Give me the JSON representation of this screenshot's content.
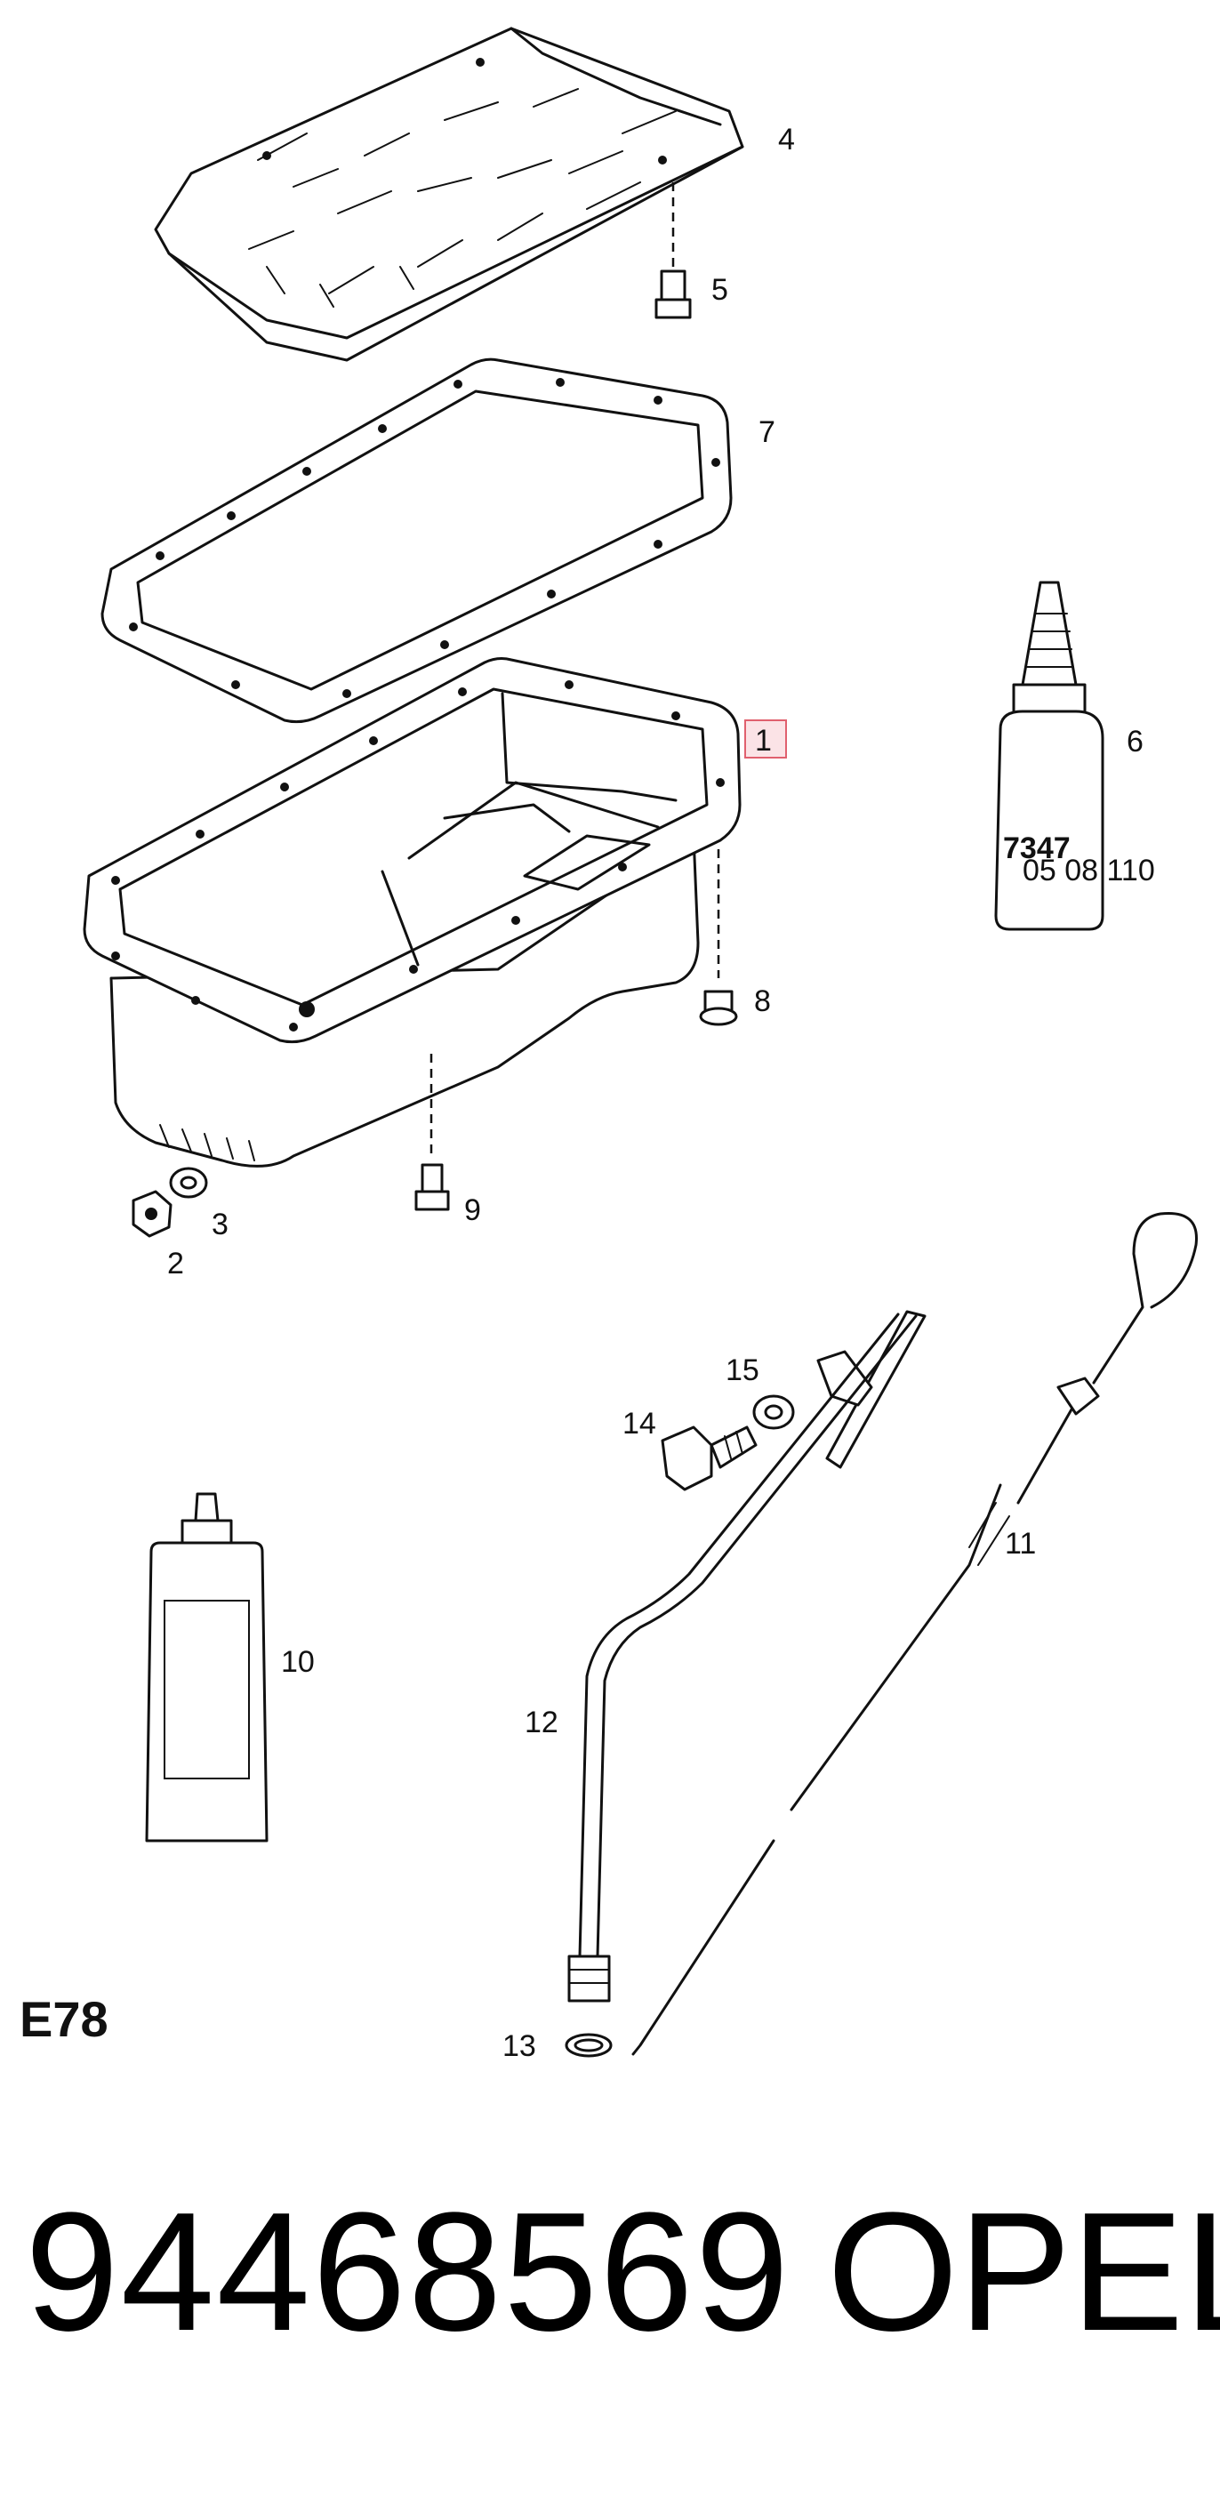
{
  "diagram": {
    "section_code": "E78",
    "callouts": [
      {
        "id": "1",
        "text": "1",
        "highlighted": true
      },
      {
        "id": "2",
        "text": "2"
      },
      {
        "id": "3",
        "text": "3"
      },
      {
        "id": "4",
        "text": "4"
      },
      {
        "id": "5",
        "text": "5"
      },
      {
        "id": "6",
        "text": "6"
      },
      {
        "id": "7",
        "text": "7"
      },
      {
        "id": "8",
        "text": "8"
      },
      {
        "id": "9",
        "text": "9"
      },
      {
        "id": "10",
        "text": "10"
      },
      {
        "id": "11",
        "text": "11"
      },
      {
        "id": "12",
        "text": "12"
      },
      {
        "id": "13",
        "text": "13"
      },
      {
        "id": "14",
        "text": "14"
      },
      {
        "id": "15",
        "text": "15"
      }
    ],
    "bottle_label": "7347",
    "bottle_sublabel": "05 08 110"
  },
  "footer": {
    "part_number": "94468569",
    "brand": "OPEL"
  },
  "colors": {
    "highlight_fill": "#fbe3e6",
    "highlight_stroke": "#e0606e",
    "ink": "#111111"
  }
}
